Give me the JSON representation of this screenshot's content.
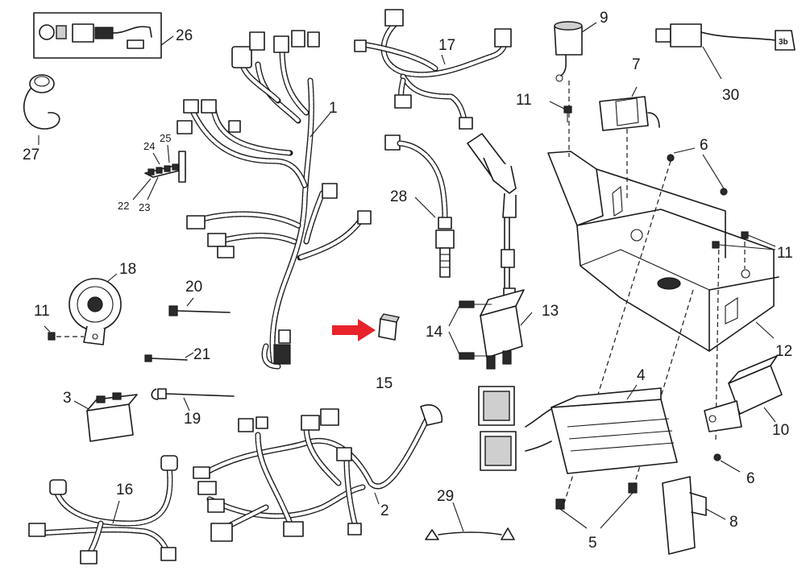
{
  "callouts": {
    "p1": "1",
    "p2": "2",
    "p3": "3",
    "p4": "4",
    "p5": "5",
    "p6a": "6",
    "p6b": "6",
    "p7": "7",
    "p8": "8",
    "p9": "9",
    "p10": "10",
    "p11a": "11",
    "p11b": "11",
    "p11c": "11",
    "p12": "12",
    "p13": "13",
    "p14": "14",
    "p15": "15",
    "p16": "16",
    "p17": "17",
    "p18": "18",
    "p19": "19",
    "p20": "20",
    "p21": "21",
    "p22": "22",
    "p23": "23",
    "p24": "24",
    "p25": "25",
    "p26": "26",
    "p27": "27",
    "p28": "28",
    "p29": "29",
    "p30": "30"
  },
  "connector_tag": "3b",
  "highlight": {
    "target": "15",
    "arrow_color": "#e8232a"
  }
}
